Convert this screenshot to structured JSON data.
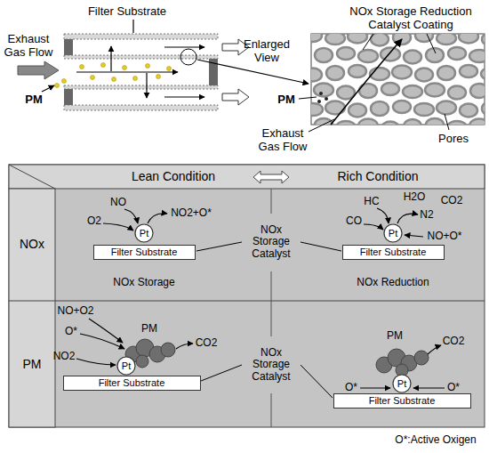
{
  "diagram": {
    "caption": "O*:Active Oxigen",
    "nodes": [
      {
        "text": [
          "Pt"
        ]
      },
      {
        "text": [
          "Filter Substrate"
        ]
      },
      {
        "text": [
          "Pt"
        ]
      },
      {
        "text": [
          "Filter Substrate"
        ]
      },
      {
        "text": [
          "Pt"
        ]
      },
      {
        "text": [
          "Filter Substrate"
        ]
      },
      {
        "text": [
          "Pt"
        ]
      },
      {
        "text": [
          "Filter Substrate"
        ]
      }
    ],
    "labels": [
      "Filter Substrate",
      "NOx Storage Reduction Catalyst Coating",
      "Exhaust Gas Flow",
      "PM",
      "Enlarged View",
      "PM",
      "Exhaust Gas Flow",
      "Pores",
      "Lean Condition",
      "Rich Condition",
      "NOx",
      "PM",
      "NO",
      "O2",
      "NO2+O*",
      "NOx Storage",
      "NOx Storage Catalyst",
      "HC",
      "CO",
      "H2O",
      "CO2",
      "N2",
      "NO+O*",
      "NOx Reduction",
      "NO+O2",
      "O*",
      "NO2",
      "PM",
      "CO2",
      "NOx Storage Catalyst",
      "PM",
      "CO2",
      "O*",
      "O*"
    ]
  }
}
